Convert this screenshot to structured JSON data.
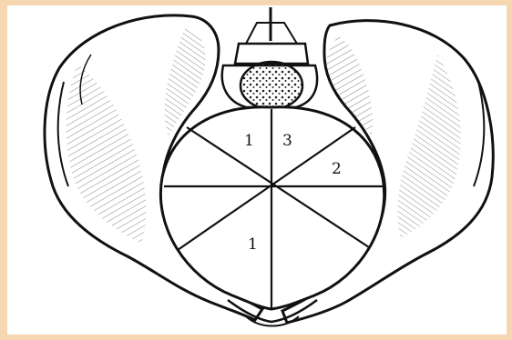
{
  "figure": {
    "labels": {
      "upper_left": "1",
      "upper_middle": "3",
      "right": "2",
      "lower": "1"
    }
  }
}
